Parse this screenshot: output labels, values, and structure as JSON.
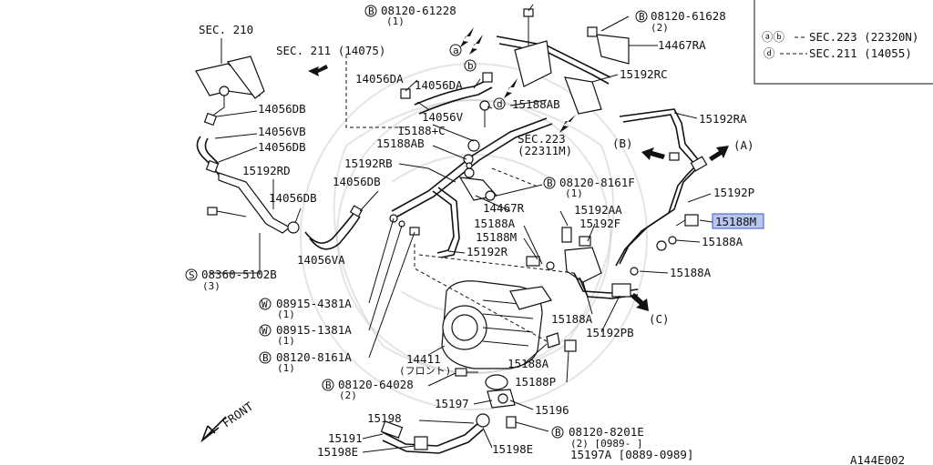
{
  "diagram": {
    "figure_code": "A144E002",
    "legend": {
      "row1_symbols": "ⓐⓑ",
      "row1_ref": "SEC.223 (22320N)",
      "row2_symbol": "ⓓ",
      "row2_ref": "SEC.211 (14055)"
    },
    "front_label": "FRONT",
    "labels": {
      "sec210": "SEC. 210",
      "sec211": "SEC. 211 (14075)",
      "sec223": "SEC.223",
      "sec223_sub": "(22311M)",
      "bolt_61228": "08120-61228",
      "bolt_61228_qty": "(1)",
      "bolt_61628": "08120-61628",
      "bolt_61628_qty": "(2)",
      "p14467RA": "14467RA",
      "p15192RC": "15192RC",
      "p14056DA_1": "14056DA",
      "p14056DA_2": "14056DA",
      "p14056V": "14056V",
      "p15188AB_1": "15188AB",
      "p15188C": "15188+C",
      "p15188AB_2": "15188AB",
      "p15192RB": "15192RB",
      "p14056DB_1": "14056DB",
      "p14056VB": "14056VB",
      "p14056DB_2": "14056DB",
      "p15192RD": "15192RD",
      "p14056DB_3": "14056DB",
      "p14056DB_4": "14056DB",
      "p14056VA": "14056VA",
      "p15192RA": "15192RA",
      "ref_A": "(A)",
      "ref_B": "(B)",
      "ref_C": "(C)",
      "bolt_8161F": "08120-8161F",
      "bolt_8161F_qty": "(1)",
      "p14467R": "14467R",
      "p15192AA": "15192AA",
      "p15192P": "15192P",
      "p15188A_1": "15188A",
      "p15192F": "15192F",
      "p15188M_hl": "15188M",
      "p15188M": "15188M",
      "p15188A_2": "15188A",
      "p15192R": "15192R",
      "p15188A_3": "15188A",
      "screw_5102B": "08360-5102B",
      "screw_5102B_qty": "(3)",
      "washer_4381A": "08915-4381A",
      "washer_4381A_qty": "(1)",
      "washer_1381A": "08915-1381A",
      "washer_1381A_qty": "(1)",
      "bolt_8161A": "08120-8161A",
      "bolt_8161A_qty": "(1)",
      "p15188A_4": "15188A",
      "p15192PB": "15192PB",
      "p14411": "14411",
      "p14411_note": "(フロント)",
      "p15188A_5": "15188A",
      "bolt_64028": "08120-64028",
      "bolt_64028_qty": "(2)",
      "p15188P": "15188P",
      "p15197": "15197",
      "p15196": "15196",
      "p15198": "15198",
      "bolt_8201E": "08120-8201E",
      "bolt_8201E_qty": "(2) [0989-      ]",
      "p15191": "15191",
      "p15198E_1": "15198E",
      "p15198E_2": "15198E",
      "p15197A": "15197A  [0889-0989]",
      "sym_a": "a",
      "sym_b": "b",
      "sym_d": "d",
      "sym_B": "B",
      "sym_S": "S",
      "sym_W": "W"
    }
  }
}
